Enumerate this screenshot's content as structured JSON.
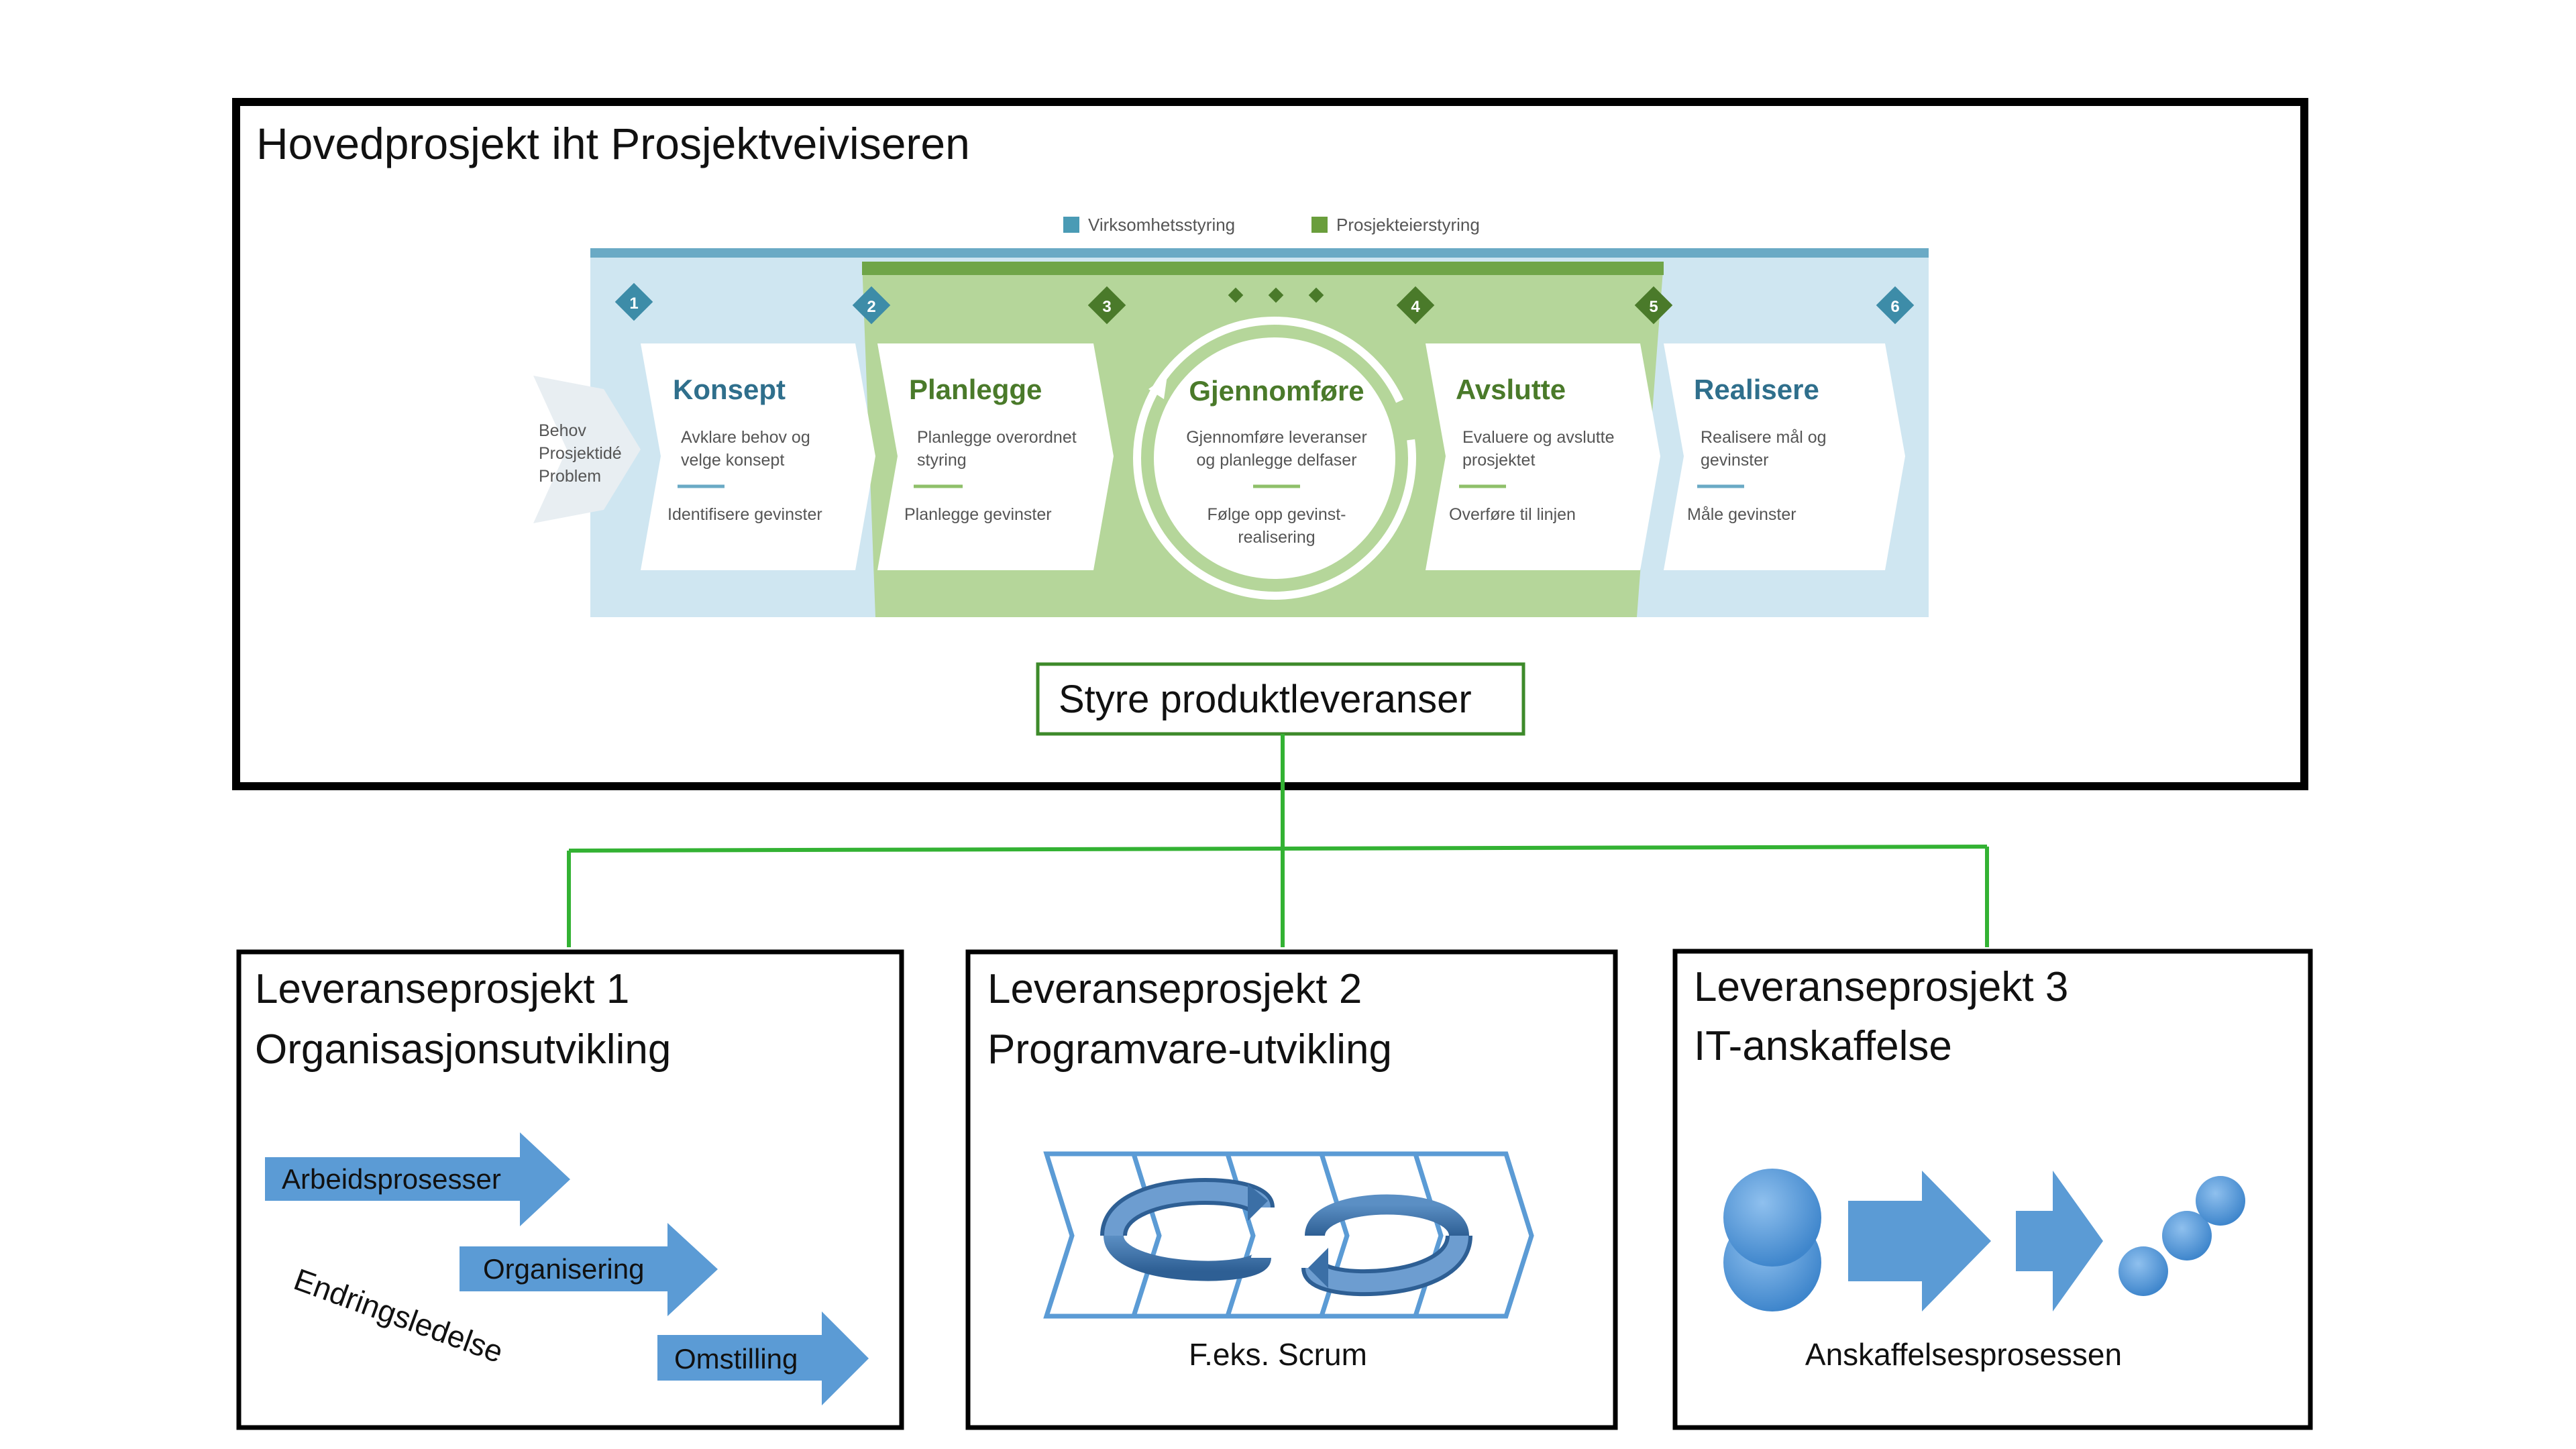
{
  "main": {
    "title": "Hovedprosjekt iht Prosjektveiviseren",
    "legend": [
      {
        "label": "Virksomhetsstyring",
        "color": "#4a9bb5"
      },
      {
        "label": "Prosjekteierstyring",
        "color": "#6a9e3c"
      }
    ],
    "inputs": [
      "Behov",
      "Prosjektidé",
      "Problem"
    ],
    "milestones": [
      "1",
      "2",
      "3",
      "4",
      "5",
      "6"
    ],
    "phases": [
      {
        "title": "Konsept",
        "desc": [
          "Avklare behov og",
          "velge konsept"
        ],
        "benefit": [
          "Identifisere gevinster"
        ],
        "color": "#2f6f8c"
      },
      {
        "title": "Planlegge",
        "desc": [
          "Planlegge overordnet",
          "styring"
        ],
        "benefit": [
          "Planlegge gevinster"
        ],
        "color": "#4a7a2a"
      },
      {
        "title": "Gjennomføre",
        "desc": [
          "Gjennomføre leveranser",
          "og planlegge delfaser"
        ],
        "benefit": [
          "Følge opp gevinst-",
          "realisering"
        ],
        "color": "#4a7a2a"
      },
      {
        "title": "Avslutte",
        "desc": [
          "Evaluere og avslutte",
          "prosjektet"
        ],
        "benefit": [
          "Overføre til linjen"
        ],
        "color": "#4a7a2a"
      },
      {
        "title": "Realisere",
        "desc": [
          "Realisere mål og",
          "gevinster"
        ],
        "benefit": [
          "Måle gevinster"
        ],
        "color": "#2f6f8c"
      }
    ],
    "control_label": "Styre produktleveranser"
  },
  "deliveries": [
    {
      "heading": "Leveranseprosjekt 1",
      "subheading": "Organisasjonsutvikling",
      "arrows": [
        "Arbeidsprosesser",
        "Organisering",
        "Omstilling"
      ],
      "diagonal_label": "Endringsledelse"
    },
    {
      "heading": "Leveranseprosjekt 2",
      "subheading": "Programvare-utvikling",
      "caption": "F.eks. Scrum"
    },
    {
      "heading": "Leveranseprosjekt 3",
      "subheading": "IT-anskaffelse",
      "caption": "Anskaffelsesprosessen"
    }
  ],
  "colors": {
    "connector": "#33b233",
    "shape_blue": "#5b9bd5",
    "frame": "#000000"
  }
}
